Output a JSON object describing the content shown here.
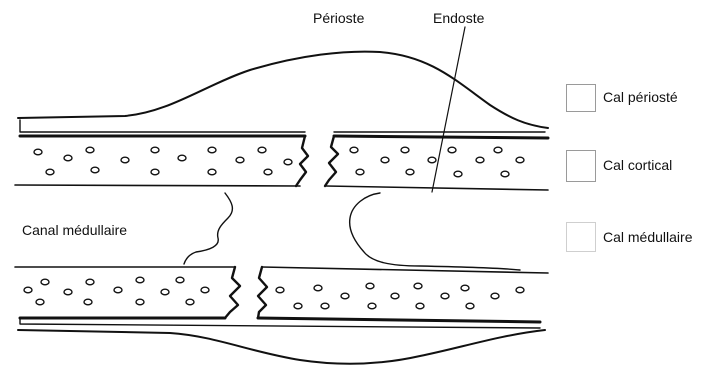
{
  "labels": {
    "periosteum": "Périoste",
    "endosteum": "Endoste",
    "medullary_canal": "Canal médullaire"
  },
  "legend": [
    {
      "label": "Cal périosté"
    },
    {
      "label": "Cal cortical"
    },
    {
      "label": "Cal médullaire"
    }
  ],
  "colors": {
    "stroke": "#111111",
    "legend_border": "#9a9a9a",
    "background": "#ffffff"
  }
}
